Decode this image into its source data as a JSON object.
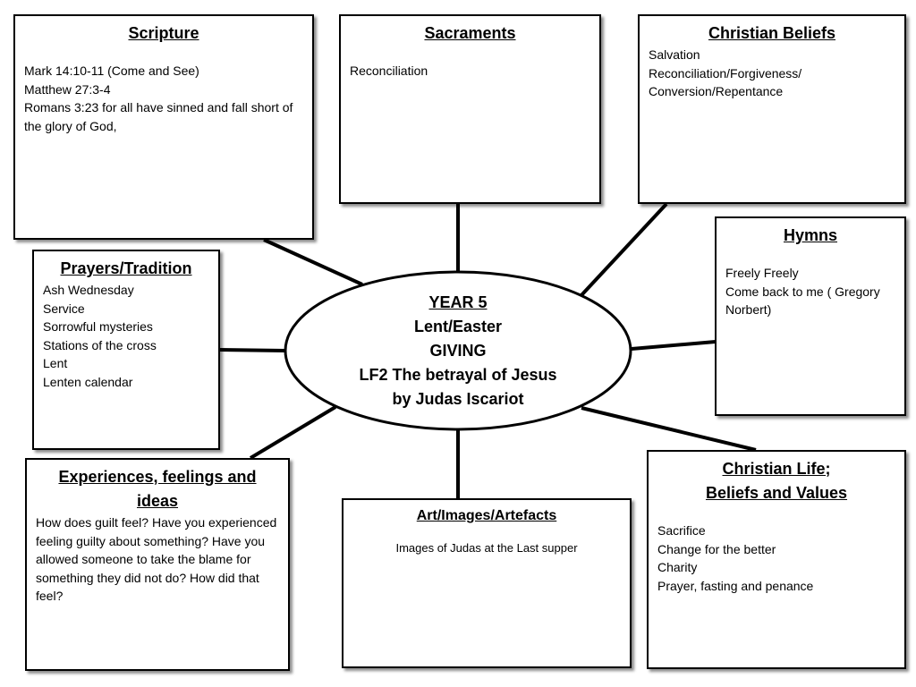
{
  "colors": {
    "border": "#000000",
    "background": "#ffffff"
  },
  "center": {
    "title": "YEAR 5",
    "lines": [
      "Lent/Easter",
      "GIVING",
      "LF2 The betrayal of Jesus",
      "by Judas Iscariot"
    ]
  },
  "scripture": {
    "title": "Scripture",
    "lines": [
      "Mark 14:10-11 (Come and See)",
      "Matthew 27:3-4",
      "Romans 3:23  for all have sinned and fall short of the glory of God,"
    ]
  },
  "sacraments": {
    "title": "Sacraments",
    "lines": [
      "Reconciliation"
    ]
  },
  "beliefs": {
    "title": "Christian Beliefs",
    "lines": [
      "Salvation",
      "Reconciliation/Forgiveness/",
      "Conversion/Repentance"
    ]
  },
  "hymns": {
    "title": "Hymns",
    "lines": [
      "Freely Freely",
      "Come back to me ( Gregory Norbert)"
    ]
  },
  "prayers": {
    "title": "Prayers/Tradition",
    "lines": [
      "Ash Wednesday",
      "Service",
      "Sorrowful mysteries",
      "Stations of the cross",
      "Lent",
      "Lenten calendar"
    ]
  },
  "experiences": {
    "title": "Experiences, feelings and ideas",
    "text": "How does guilt feel? Have you experienced feeling guilty about something? Have you allowed someone to take the blame for something they did not do? How did that feel?"
  },
  "art": {
    "title": "Art/Images/Artefacts",
    "lines": [
      "Images of Judas at the Last supper"
    ]
  },
  "life": {
    "title_lines": [
      "Christian Life;",
      "Beliefs and Values"
    ],
    "lines": [
      "Sacrifice",
      "Change for the better",
      "Charity",
      "Prayer, fasting and penance"
    ]
  }
}
